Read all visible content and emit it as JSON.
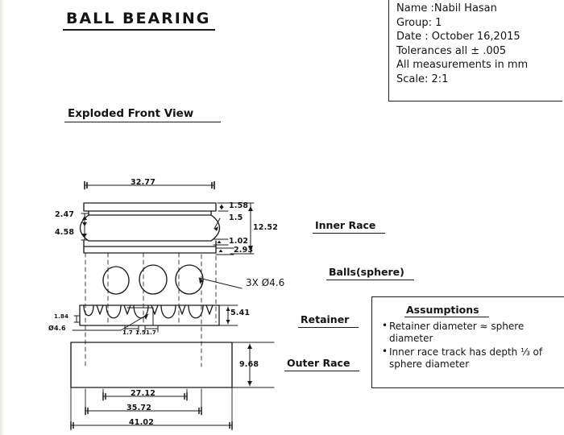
{
  "drawing": {
    "main_title": "BALL  BEARING",
    "view_title": "Exploded Front View"
  },
  "title_block": {
    "name": "Name :Nabil Hasan",
    "group": "Group: 1",
    "date": "Date : October 16,2015",
    "tolerances": "Tolerances all ± .005",
    "units": "All measurements in mm",
    "scale": "Scale: 2:1"
  },
  "assumptions": {
    "heading": "Assumptions",
    "items": [
      "Retainer diameter ≈ sphere diameter",
      "Inner race track has depth ⅓ of sphere diameter"
    ]
  },
  "part_labels": {
    "inner_race": "Inner Race",
    "balls": "Balls(sphere)",
    "retainer": "Retainer",
    "outer_race": "Outer Race"
  },
  "dimensions": {
    "inner_race_width": "32.77",
    "inner_race_top_flange": "1.58",
    "inner_race_groove_radius": "1.5",
    "inner_race_step_small": "1.02",
    "inner_race_bottom": "2.93",
    "inner_race_height": "12.52",
    "inner_race_left_upper": "2.47",
    "inner_race_left_lower": "4.58",
    "ball_callout": "3X Ø4.6",
    "retainer_height": "5.41",
    "retainer_wall": "1.84",
    "retainer_hole_dia": "Ø4.6",
    "retainer_pitch_a": "1.7",
    "retainer_pitch_b": "1.5",
    "retainer_pitch_c": "1.7",
    "outer_race_height": "9.68",
    "outer_race_inner_width": "27.12",
    "outer_race_mid_width": "35.72",
    "outer_race_outer_width": "41.02"
  },
  "colors": {
    "ink": "#1a1a1a",
    "paper": "#fdfdfb"
  }
}
